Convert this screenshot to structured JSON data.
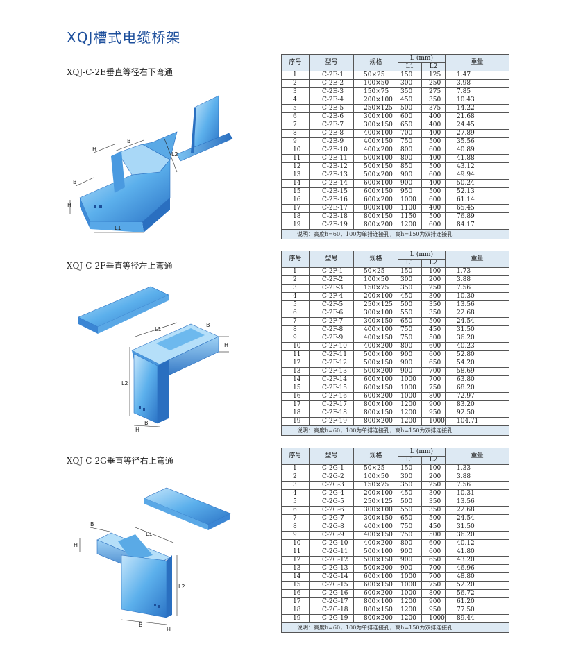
{
  "title": "XQJ槽式电缆桥架",
  "headers": {
    "no": "序号",
    "model": "型号",
    "spec": "规格",
    "length": "L (mm)",
    "l1": "L1",
    "l2": "L2",
    "weight": "重量"
  },
  "note": "说明：高度h=60，100为单排连接孔，高h=150为双排连接孔",
  "specs": [
    "50×25",
    "100×50",
    "150×75",
    "200×100",
    "250×125",
    "300×100",
    "300×150",
    "400×100",
    "400×150",
    "400×200",
    "500×100",
    "500×150",
    "500×200",
    "600×100",
    "600×150",
    "600×200",
    "800×100",
    "800×150",
    "800×200"
  ],
  "sections": [
    {
      "title": "XQJ-C-2E垂直等径右下弯通",
      "fig_labels": {
        "b": "B",
        "h": "H",
        "l1": "L1",
        "l2": "L2",
        "b2": "B",
        "h2": "H"
      },
      "rows": [
        [
          "1",
          "C-2E-1",
          "150",
          "125",
          "1.47"
        ],
        [
          "2",
          "C-2E-2",
          "300",
          "250",
          "3.98"
        ],
        [
          "3",
          "C-2E-3",
          "350",
          "275",
          "7.85"
        ],
        [
          "4",
          "C-2E-4",
          "450",
          "350",
          "10.43"
        ],
        [
          "5",
          "C-2E-5",
          "500",
          "375",
          "14.22"
        ],
        [
          "6",
          "C-2E-6",
          "600",
          "400",
          "21.68"
        ],
        [
          "7",
          "C-2E-7",
          "650",
          "400",
          "24.45"
        ],
        [
          "8",
          "C-2E-8",
          "700",
          "400",
          "27.89"
        ],
        [
          "9",
          "C-2E-9",
          "750",
          "500",
          "35.56"
        ],
        [
          "10",
          "C-2E-10",
          "800",
          "600",
          "40.89"
        ],
        [
          "11",
          "C-2E-11",
          "800",
          "400",
          "41.88"
        ],
        [
          "12",
          "C-2E-12",
          "850",
          "500",
          "43.12"
        ],
        [
          "13",
          "C-2E-13",
          "900",
          "600",
          "49.94"
        ],
        [
          "14",
          "C-2E-14",
          "900",
          "400",
          "50.24"
        ],
        [
          "15",
          "C-2E-15",
          "950",
          "500",
          "52.13"
        ],
        [
          "16",
          "C-2E-16",
          "1000",
          "600",
          "61.14"
        ],
        [
          "17",
          "C-2E-17",
          "1100",
          "400",
          "65.45"
        ],
        [
          "18",
          "C-2E-18",
          "1150",
          "500",
          "76.89"
        ],
        [
          "19",
          "C-2E-19",
          "1200",
          "600",
          "84.17"
        ]
      ]
    },
    {
      "title": "XQJ-C-2F垂直等径左上弯通",
      "fig_labels": {
        "b": "B",
        "h": "H",
        "l1": "L1",
        "l2": "L2",
        "b2": "B",
        "h2": "H"
      },
      "rows": [
        [
          "1",
          "C-2F-1",
          "150",
          "100",
          "1.73"
        ],
        [
          "2",
          "C-2F-2",
          "300",
          "200",
          "3.88"
        ],
        [
          "3",
          "C-2F-3",
          "350",
          "250",
          "7.56"
        ],
        [
          "4",
          "C-2F-4",
          "450",
          "300",
          "10.30"
        ],
        [
          "5",
          "C-2F-5",
          "500",
          "350",
          "13.56"
        ],
        [
          "6",
          "C-2F-6",
          "550",
          "350",
          "22.68"
        ],
        [
          "7",
          "C-2F-7",
          "650",
          "500",
          "24.54"
        ],
        [
          "8",
          "C-2F-8",
          "750",
          "450",
          "31.50"
        ],
        [
          "9",
          "C-2F-9",
          "750",
          "500",
          "36.20"
        ],
        [
          "10",
          "C-2F-10",
          "800",
          "600",
          "40.23"
        ],
        [
          "11",
          "C-2F-11",
          "900",
          "600",
          "52.80"
        ],
        [
          "12",
          "C-2F-12",
          "900",
          "650",
          "54.20"
        ],
        [
          "13",
          "C-2F-13",
          "900",
          "700",
          "58.69"
        ],
        [
          "14",
          "C-2F-14",
          "1000",
          "700",
          "63.80"
        ],
        [
          "15",
          "C-2F-15",
          "1000",
          "750",
          "68.20"
        ],
        [
          "16",
          "C-2F-16",
          "1000",
          "800",
          "72.97"
        ],
        [
          "17",
          "C-2F-17",
          "1200",
          "900",
          "83.20"
        ],
        [
          "18",
          "C-2F-18",
          "1200",
          "950",
          "92.50"
        ],
        [
          "19",
          "C-2F-19",
          "1200",
          "1000",
          "104.71"
        ]
      ]
    },
    {
      "title": "XQJ-C-2G垂直等径右上弯通",
      "fig_labels": {
        "b": "B",
        "h": "H",
        "l1": "L1",
        "l2": "L2",
        "b2": "B",
        "h2": "H"
      },
      "rows": [
        [
          "1",
          "C-2G-1",
          "150",
          "100",
          "1.33"
        ],
        [
          "2",
          "C-2G-2",
          "300",
          "200",
          "3.88"
        ],
        [
          "3",
          "C-2G-3",
          "350",
          "250",
          "7.56"
        ],
        [
          "4",
          "C-2G-4",
          "450",
          "300",
          "10.31"
        ],
        [
          "5",
          "C-2G-5",
          "500",
          "350",
          "13.56"
        ],
        [
          "6",
          "C-2G-6",
          "550",
          "350",
          "22.68"
        ],
        [
          "7",
          "C-2G-7",
          "650",
          "500",
          "24.54"
        ],
        [
          "8",
          "C-2G-8",
          "750",
          "450",
          "31.50"
        ],
        [
          "9",
          "C-2G-9",
          "750",
          "500",
          "36.20"
        ],
        [
          "10",
          "C-2G-10",
          "800",
          "600",
          "40.12"
        ],
        [
          "11",
          "C-2G-11",
          "900",
          "600",
          "41.80"
        ],
        [
          "12",
          "C-2G-12",
          "900",
          "650",
          "43.20"
        ],
        [
          "13",
          "C-2G-13",
          "900",
          "700",
          "46.96"
        ],
        [
          "14",
          "C-2G-14",
          "1000",
          "700",
          "48.80"
        ],
        [
          "15",
          "C-2G-15",
          "1000",
          "750",
          "52.20"
        ],
        [
          "16",
          "C-2G-16",
          "1000",
          "800",
          "56.72"
        ],
        [
          "17",
          "C-2G-17",
          "1200",
          "900",
          "61.20"
        ],
        [
          "18",
          "C-2G-18",
          "1200",
          "950",
          "77.50"
        ],
        [
          "19",
          "C-2G-19",
          "1200",
          "1000",
          "89.44"
        ]
      ]
    }
  ],
  "colors": {
    "title": "#1d4f9c",
    "header_bg": "#dde9f3",
    "tray_light": "#9fd2f5",
    "tray_mid": "#4fa3e3",
    "tray_dark": "#2a6fc0"
  }
}
